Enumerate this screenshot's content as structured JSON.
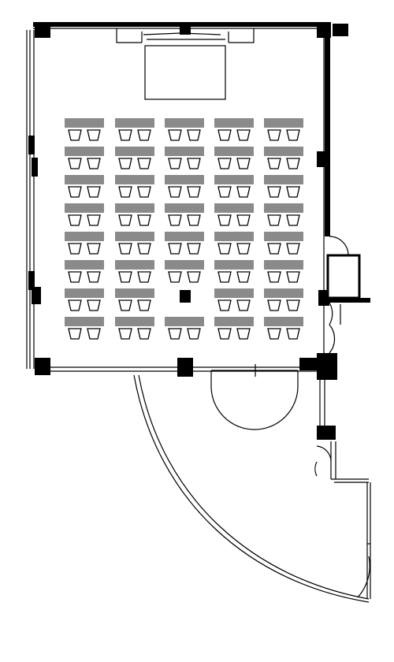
{
  "colors": {
    "wall": "#000000",
    "line": "#000000",
    "table": "#8a8a8a",
    "background": "#ffffff"
  },
  "layout": {
    "type": "classroom seating floor plan",
    "table_columns": 5,
    "table_rows": 8,
    "chairs_per_table": 2,
    "missing_tables": [
      {
        "row": 7,
        "column": 3
      }
    ],
    "features": [
      "projection-screen",
      "stage-bump",
      "column-pillar",
      "entrance-double-door",
      "side-exit-door",
      "curved-corridor"
    ]
  }
}
